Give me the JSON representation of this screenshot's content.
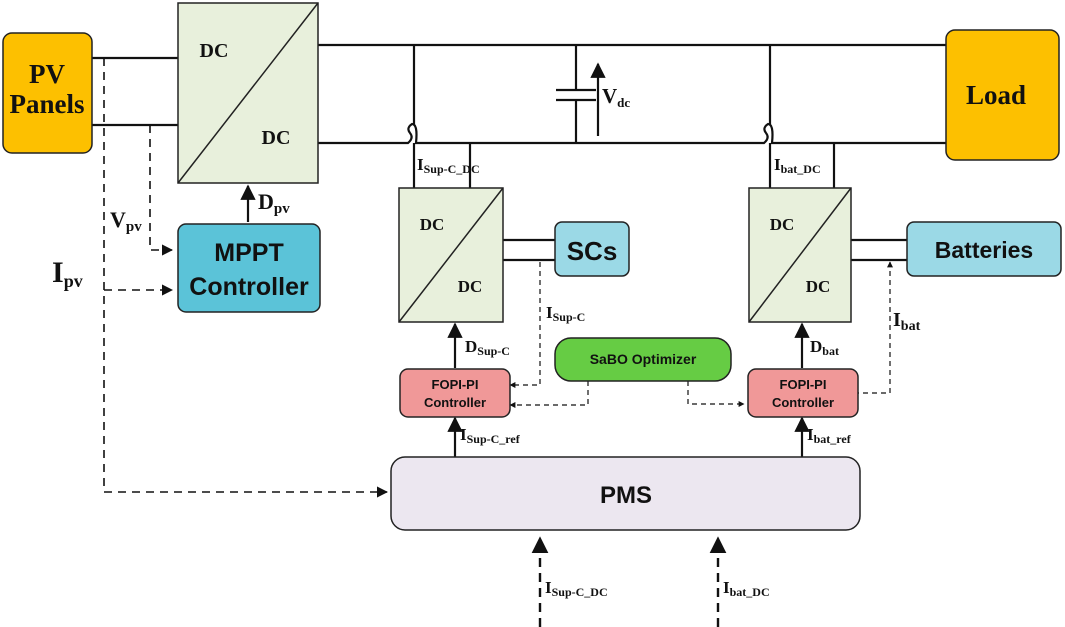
{
  "colors": {
    "source": "#FDC000",
    "mppt": "#5BC3D8",
    "storage": "#9BD9E6",
    "optimizer": "#66CC44",
    "controller": "#F09898",
    "converter": "#E8F0DC",
    "pms": "#ECE7F0",
    "line": "#111111"
  },
  "blocks": {
    "pv": {
      "line1": "PV",
      "line2": "Panels"
    },
    "load": "Load",
    "main_converter": {
      "top": "DC",
      "bottom": "DC"
    },
    "mppt": {
      "line1": "MPPT",
      "line2": "Controller"
    },
    "sc_converter": {
      "top": "DC",
      "bottom": "DC"
    },
    "bat_converter": {
      "top": "DC",
      "bottom": "DC"
    },
    "scs": "SCs",
    "batteries": "Batteries",
    "optimizer": "SaBO Optimizer",
    "fopi_sc": {
      "line1": "FOPI-PI",
      "line2": "Controller"
    },
    "fopi_bat": {
      "line1": "FOPI-PI",
      "line2": "Controller"
    },
    "pms": "PMS"
  },
  "labels": {
    "vdc": {
      "main": "V",
      "sub": "dc"
    },
    "dpv": {
      "main": "D",
      "sub": "pv"
    },
    "vpv": {
      "main": "V",
      "sub": "pv"
    },
    "ipv": {
      "main": "I",
      "sub": "pv"
    },
    "isup_c_dc_top": {
      "main": "I",
      "sub": "Sup-C_DC"
    },
    "ibat_dc_top": {
      "main": "I",
      "sub": "bat_DC"
    },
    "isup_c": {
      "main": "I",
      "sub": "Sup-C"
    },
    "ibat": {
      "main": "I",
      "sub": "bat"
    },
    "dsup_c": {
      "main": "D",
      "sub": "Sup-C"
    },
    "dbat": {
      "main": "D",
      "sub": "bat"
    },
    "isup_c_ref": {
      "main": "I",
      "sub": "Sup-C_ref"
    },
    "ibat_ref": {
      "main": "I",
      "sub": "bat_ref"
    },
    "isup_c_dc_bottom": {
      "main": "I",
      "sub": "Sup-C_DC"
    },
    "ibat_dc_bottom": {
      "main": "I",
      "sub": "bat_DC"
    }
  }
}
